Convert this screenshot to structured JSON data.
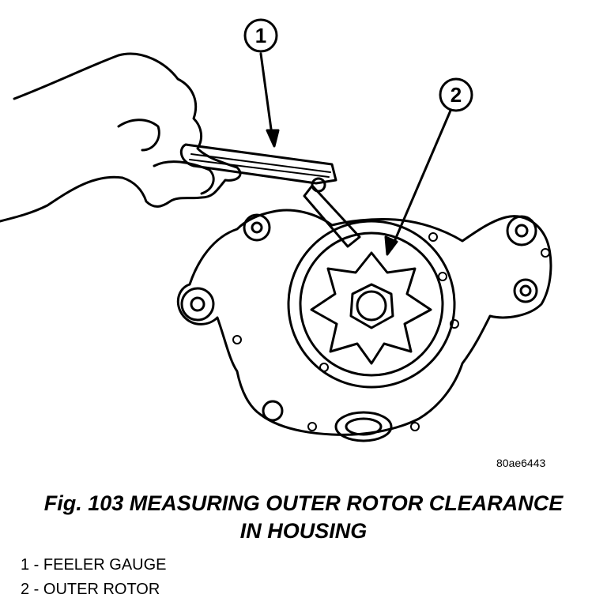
{
  "figure": {
    "callouts": [
      {
        "number": "1"
      },
      {
        "number": "2"
      }
    ],
    "reference_code": "80ae6443"
  },
  "caption": {
    "line1": "Fig. 103 MEASURING OUTER ROTOR CLEARANCE",
    "line2": "IN HOUSING"
  },
  "legend": [
    {
      "text": "1 - FEELER GAUGE"
    },
    {
      "text": "2 - OUTER ROTOR"
    }
  ]
}
